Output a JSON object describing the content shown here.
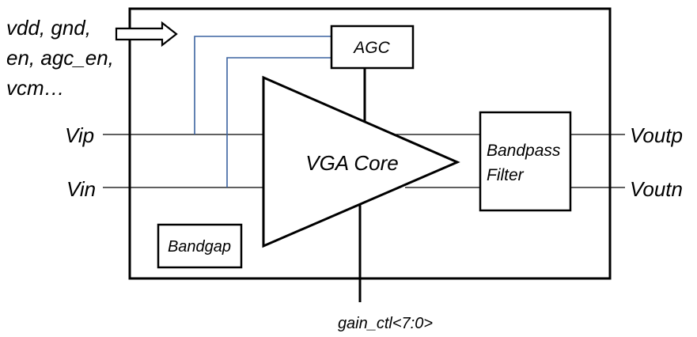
{
  "supply_pins": [
    "vdd, gnd,",
    "en, agc_en,",
    "vcm…"
  ],
  "ports": {
    "vip": "Vip",
    "vin": "Vin",
    "voutp": "Voutp",
    "voutn": "Voutn",
    "gain_ctl": "gain_ctl<7:0>"
  },
  "blocks": {
    "agc": "AGC",
    "vga_core": "VGA Core",
    "bandpass": [
      "Bandpass",
      "Filter"
    ],
    "bandgap": "Bandgap"
  },
  "colors": {
    "stroke": "#000000",
    "feedback_wire": "#3a62a0",
    "background": "#ffffff"
  }
}
